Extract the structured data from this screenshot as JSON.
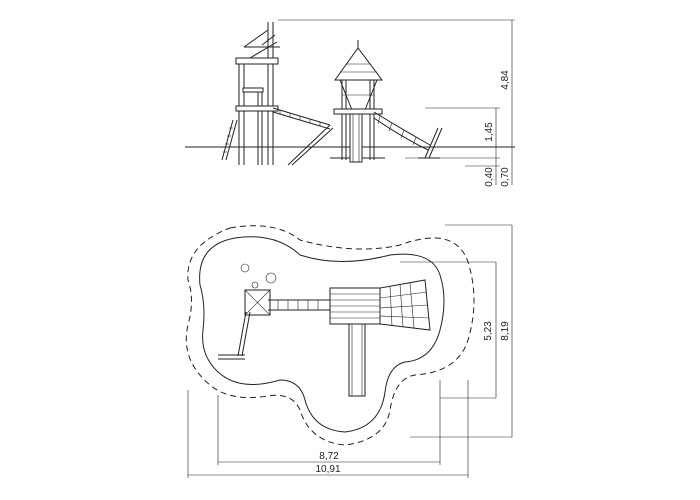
{
  "elevation": {
    "dimensions": {
      "total_height": "4,84",
      "mid_height": "1,45",
      "small_a": "0,40",
      "small_b": "0,70"
    }
  },
  "plan": {
    "dimensions": {
      "inner_height": "5,23",
      "outer_height": "8,19",
      "inner_width": "8,72",
      "outer_width": "10,91"
    }
  }
}
